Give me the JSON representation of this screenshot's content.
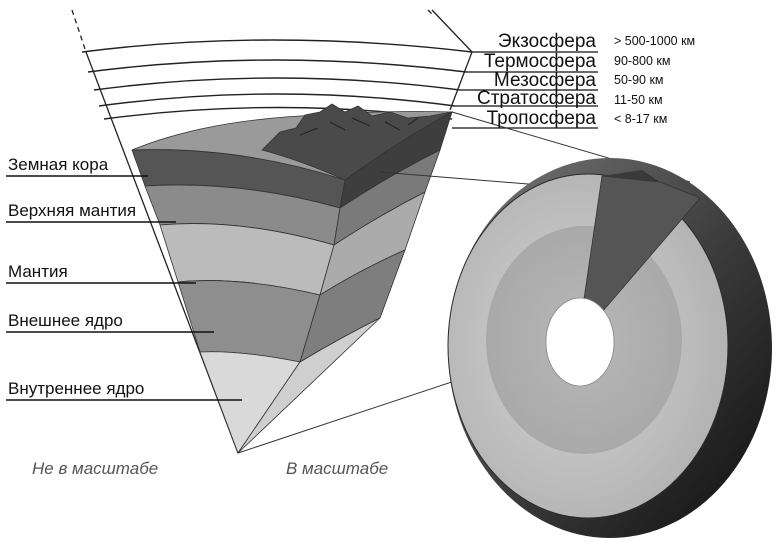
{
  "atmosphere": [
    {
      "name": "Экзосфера",
      "range": "> 500-1000 км"
    },
    {
      "name": "Термосфера",
      "range": "90-800 км"
    },
    {
      "name": "Мезосфера",
      "range": "50-90 км"
    },
    {
      "name": "Стратосфера",
      "range": "11-50 км"
    },
    {
      "name": "Тропосфера",
      "range": "< 8-17 км"
    }
  ],
  "earth_layers": [
    {
      "name": "Земная кора"
    },
    {
      "name": "Верхняя мантия"
    },
    {
      "name": "Мантия"
    },
    {
      "name": "Внешнее ядро"
    },
    {
      "name": "Внутреннее ядро"
    }
  ],
  "captions": {
    "not_to_scale": "Не в масштабе",
    "to_scale": "В масштабе"
  },
  "colors": {
    "crust": "#5a5a5a",
    "upper_mantle": "#8a8a8a",
    "mantle": "#b8b8b8",
    "outer_core": "#8e8e8e",
    "inner_core": "#d6d6d6",
    "sphere_outer": "#3c3c3c",
    "sphere_mantle": "#c4c4c4"
  }
}
